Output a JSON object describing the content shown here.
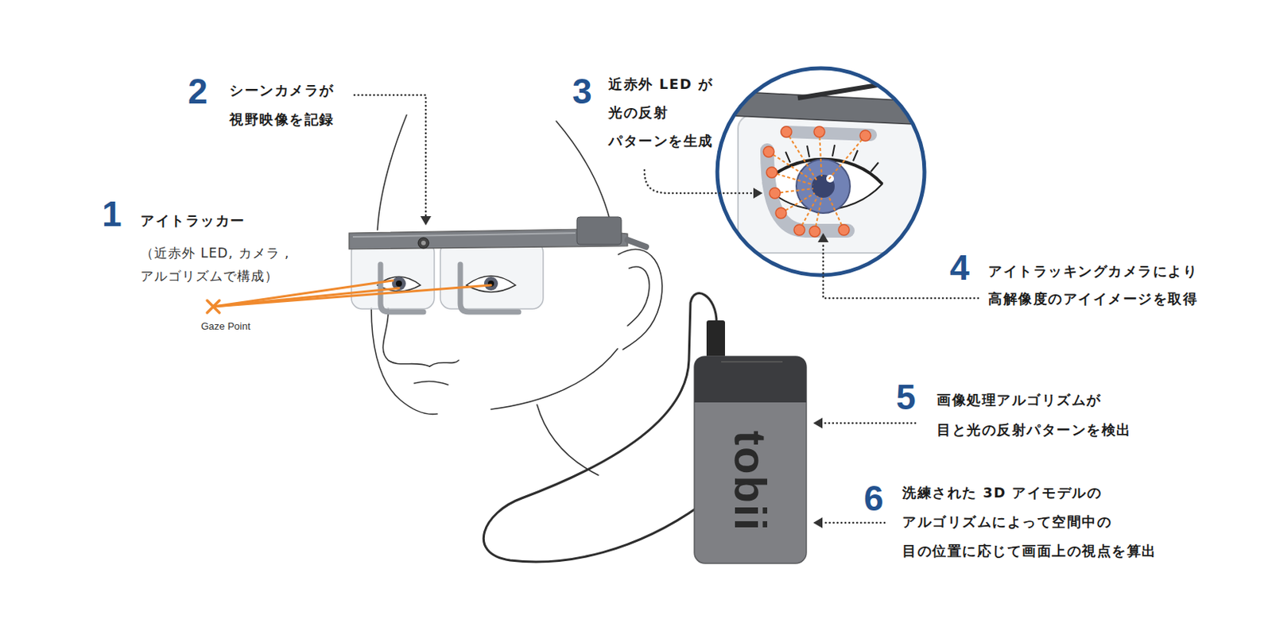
{
  "diagram": {
    "labels": [
      "1",
      "アイトラッカー",
      "（近赤外 LED, カメラ , アルゴリズムで構成）",
      "Gaze Point",
      "2",
      "シーンカメラが 視野映像を記録",
      "3",
      "近赤外 LED が 光の反射 パターンを生成",
      "4",
      "アイトラッキングカメラにより 高解像度のアイイメージを取得",
      "5",
      "画像処理アルゴリズムが 目と光の反射パターンを検出",
      "6",
      "洗練された 3D アイモデルの アルゴリズムによって空間中の 目の位置に応じて画面上の視点を算出",
      "tobii"
    ]
  }
}
